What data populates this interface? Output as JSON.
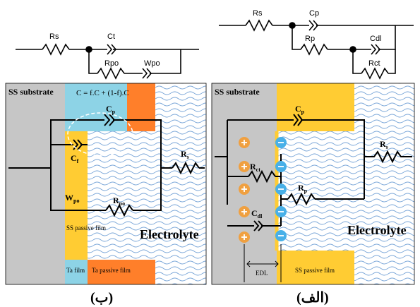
{
  "left_circuit": {
    "Rs": "Rs",
    "Ct": "Ct",
    "Rpo": "Rpo",
    "Wpo": "Wpo"
  },
  "right_circuit": {
    "Rs": "Rs",
    "Cp": "Cp",
    "Rp": "Rp",
    "Cdl": "Cdl",
    "Rct": "Rct"
  },
  "left_panel": {
    "substrate": "SS substrate",
    "equation": "C = f.C + (1-f).C",
    "Cp": "C",
    "Cp_sub": "p",
    "Cf": "C",
    "Cf_sub": "f",
    "Wpo": "W",
    "Wpo_sub": "po",
    "Rpo": "R",
    "Rpo_sub": "po",
    "Rs": "R",
    "Rs_sub": "s",
    "passive_film": "SS passive film",
    "ta_film": "Ta film",
    "ta_passive": "Ta passive film",
    "electrolyte": "Electrolyte",
    "caption": "(ب)"
  },
  "right_panel": {
    "substrate": "SS substrate",
    "Cp": "C",
    "Cp_sub": "p",
    "Rct": "R",
    "Rct_sub": "ct",
    "Rp": "R",
    "Rp_sub": "p",
    "Cdl": "C",
    "Cdl_sub": "dl",
    "Rs": "R",
    "Rs_sub": "s",
    "edl": "EDL",
    "passive_film": "SS passive film",
    "electrolyte": "Electrolyte",
    "caption": "(الف)"
  },
  "colors": {
    "substrate": "#c6c6c6",
    "passive_film": "#ffcc33",
    "ta_film": "#8dd3e6",
    "ta_passive": "#ff7f2a",
    "wave": "#7aa6d8",
    "positive": "#f0a040",
    "negative": "#48b0e8"
  }
}
